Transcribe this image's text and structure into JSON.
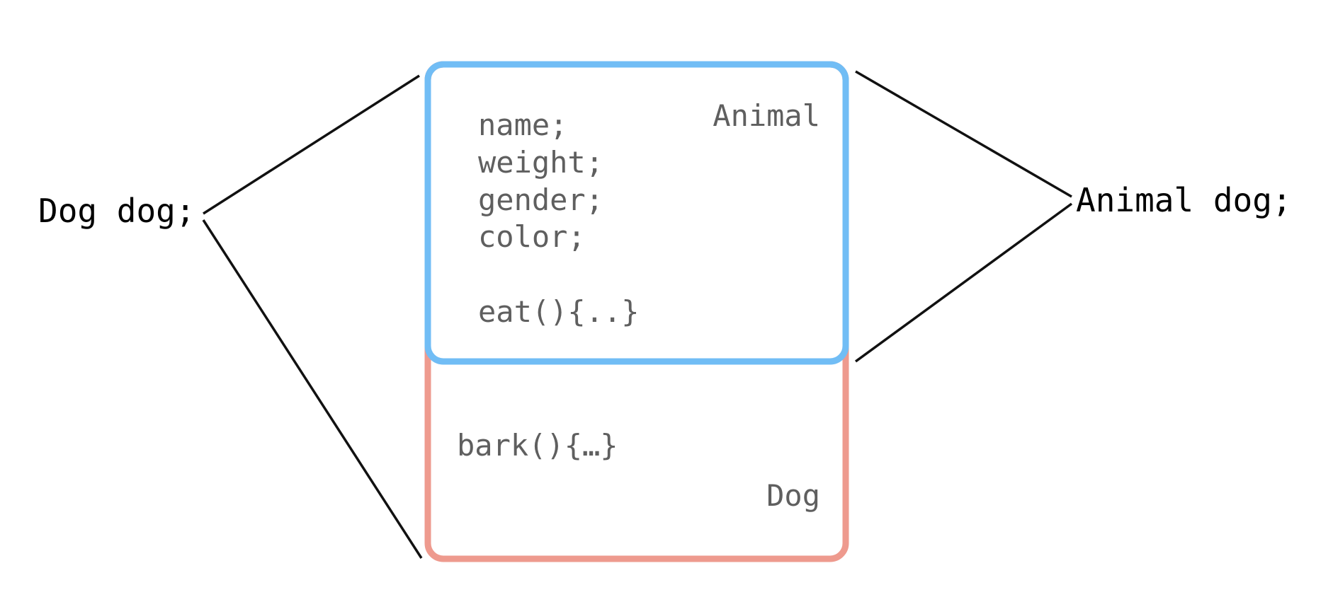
{
  "colors": {
    "dog_box_stroke": "#ee9a8e",
    "animal_box_stroke": "#71bdf5",
    "connector": "#111111",
    "member_text": "#5f5f5f",
    "reference_text": "#000000"
  },
  "animal_class": {
    "label": "Animal",
    "fields": [
      "name;",
      "weight;",
      "gender;",
      "color;"
    ],
    "method": "eat(){..}"
  },
  "dog_class": {
    "label": "Dog",
    "method": "bark(){…}"
  },
  "references": {
    "dog_ref": "Dog dog;",
    "animal_ref": "Animal dog;"
  }
}
